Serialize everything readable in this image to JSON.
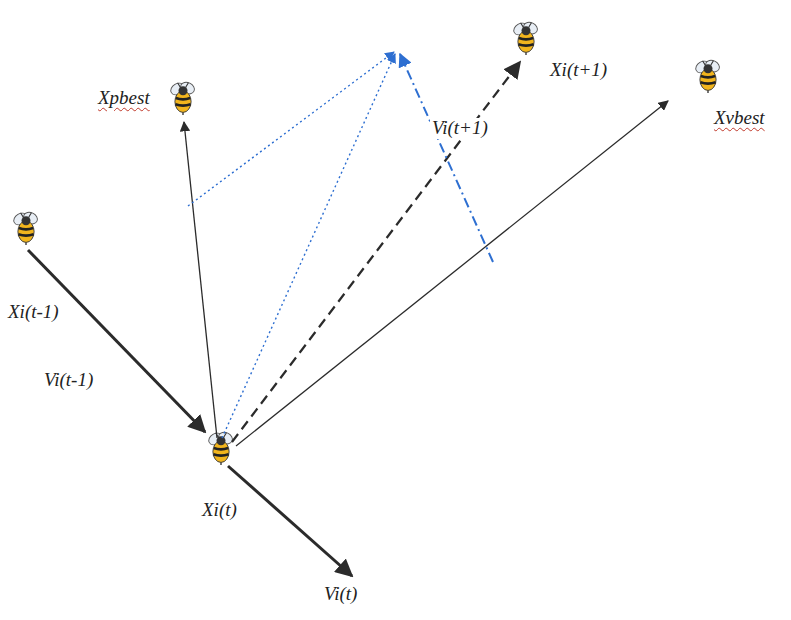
{
  "diagram": {
    "labels": [
      "Xpbest",
      "Xi(t+1)",
      "Xvbest",
      "Vi(t+1)",
      "Xi(t-1)",
      "Vi(t-1)",
      "Xi(t)",
      "Vi(t)"
    ]
  }
}
